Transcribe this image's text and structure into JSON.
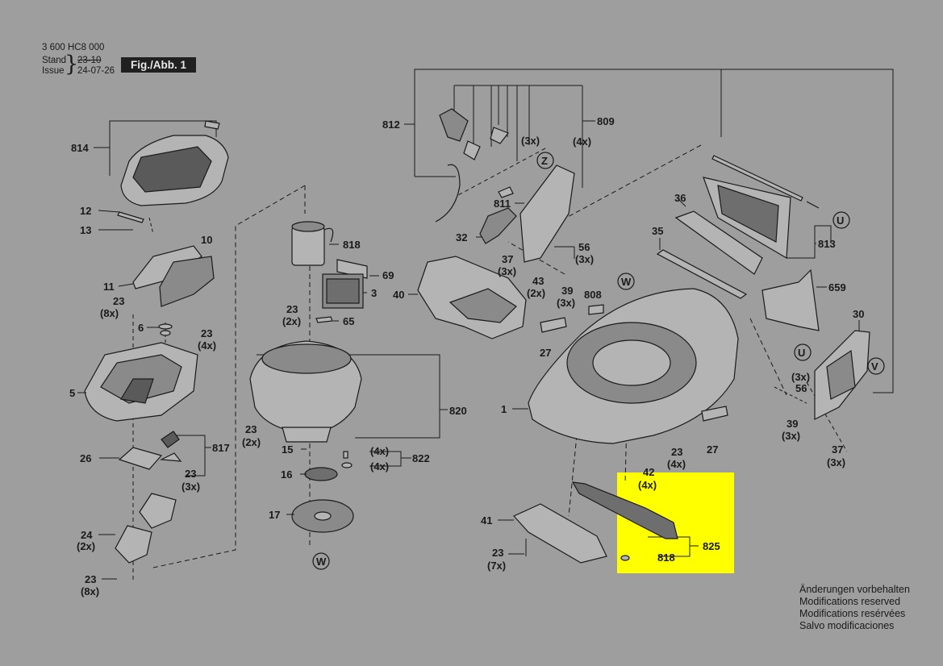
{
  "header": {
    "doc_number": "3 600 HC8 000",
    "stand_label": "Stand",
    "stand_value": "23-10",
    "issue_label": "Issue",
    "issue_value": "24-07-26",
    "figure_label": "Fig./Abb. 1"
  },
  "labels": {
    "l812": "812",
    "l809": "809",
    "l809q": "(4x)",
    "l3x_top": "(3x)",
    "z": "Z",
    "l814": "814",
    "l12": "12",
    "l13": "13",
    "l10": "10",
    "l11": "11",
    "l23a": "23",
    "l8x_a": "(8x)",
    "l6": "6",
    "l23b": "23",
    "l4x_b": "(4x)",
    "l5": "5",
    "l817": "817",
    "l26": "26",
    "l23c": "23",
    "l3x_c": "(3x)",
    "l24": "24",
    "l2x_24": "(2x)",
    "l23d": "23",
    "l8x_d": "(8x)",
    "l818_top": "818",
    "l69": "69",
    "l3": "3",
    "l23e": "23",
    "l2x_e": "(2x)",
    "l65": "65",
    "l820": "820",
    "l23f": "23",
    "l2x_f": "(2x)",
    "l15": "15",
    "l4x_822a": "(4x)",
    "l822": "822",
    "l4x_822b": "(4x)",
    "l16": "16",
    "l17": "17",
    "w_fan": "W",
    "l811": "811",
    "l32": "32",
    "l37a": "37",
    "l3x_37a": "(3x)",
    "l40": "40",
    "l43": "43",
    "l2x_43": "(2x)",
    "l56": "56",
    "l3x_56": "(3x)",
    "l39a": "39",
    "l3x_39a": "(3x)",
    "l808": "808",
    "w_deck": "W",
    "l27a": "27",
    "l1": "1",
    "l23g": "23",
    "l4x_g": "(4x)",
    "l27b": "27",
    "l42": "42",
    "l4x_42": "(4x)",
    "l41": "41",
    "l23h": "23",
    "l7x_h": "(7x)",
    "l825": "825",
    "l818_bot": "818",
    "l36": "36",
    "l35": "35",
    "u_top": "U",
    "l813": "813",
    "l659": "659",
    "l30": "30",
    "u_side": "U",
    "v_side": "V",
    "l3x_side": "(3x)",
    "l56b": "56",
    "l39b": "39",
    "l3x_39b": "(3x)",
    "l37b": "37",
    "l3x_37b": "(3x)"
  },
  "notes": [
    "Änderungen vorbehalten",
    "Modifications reserved",
    "Modifications resérvées",
    "Salvo modificaciones"
  ],
  "colors": {
    "background": "#9e9e9e",
    "highlight": "#ffff00",
    "line": "#1a1a1a",
    "part_fill": "#b4b4b4",
    "badge": "#202020"
  }
}
